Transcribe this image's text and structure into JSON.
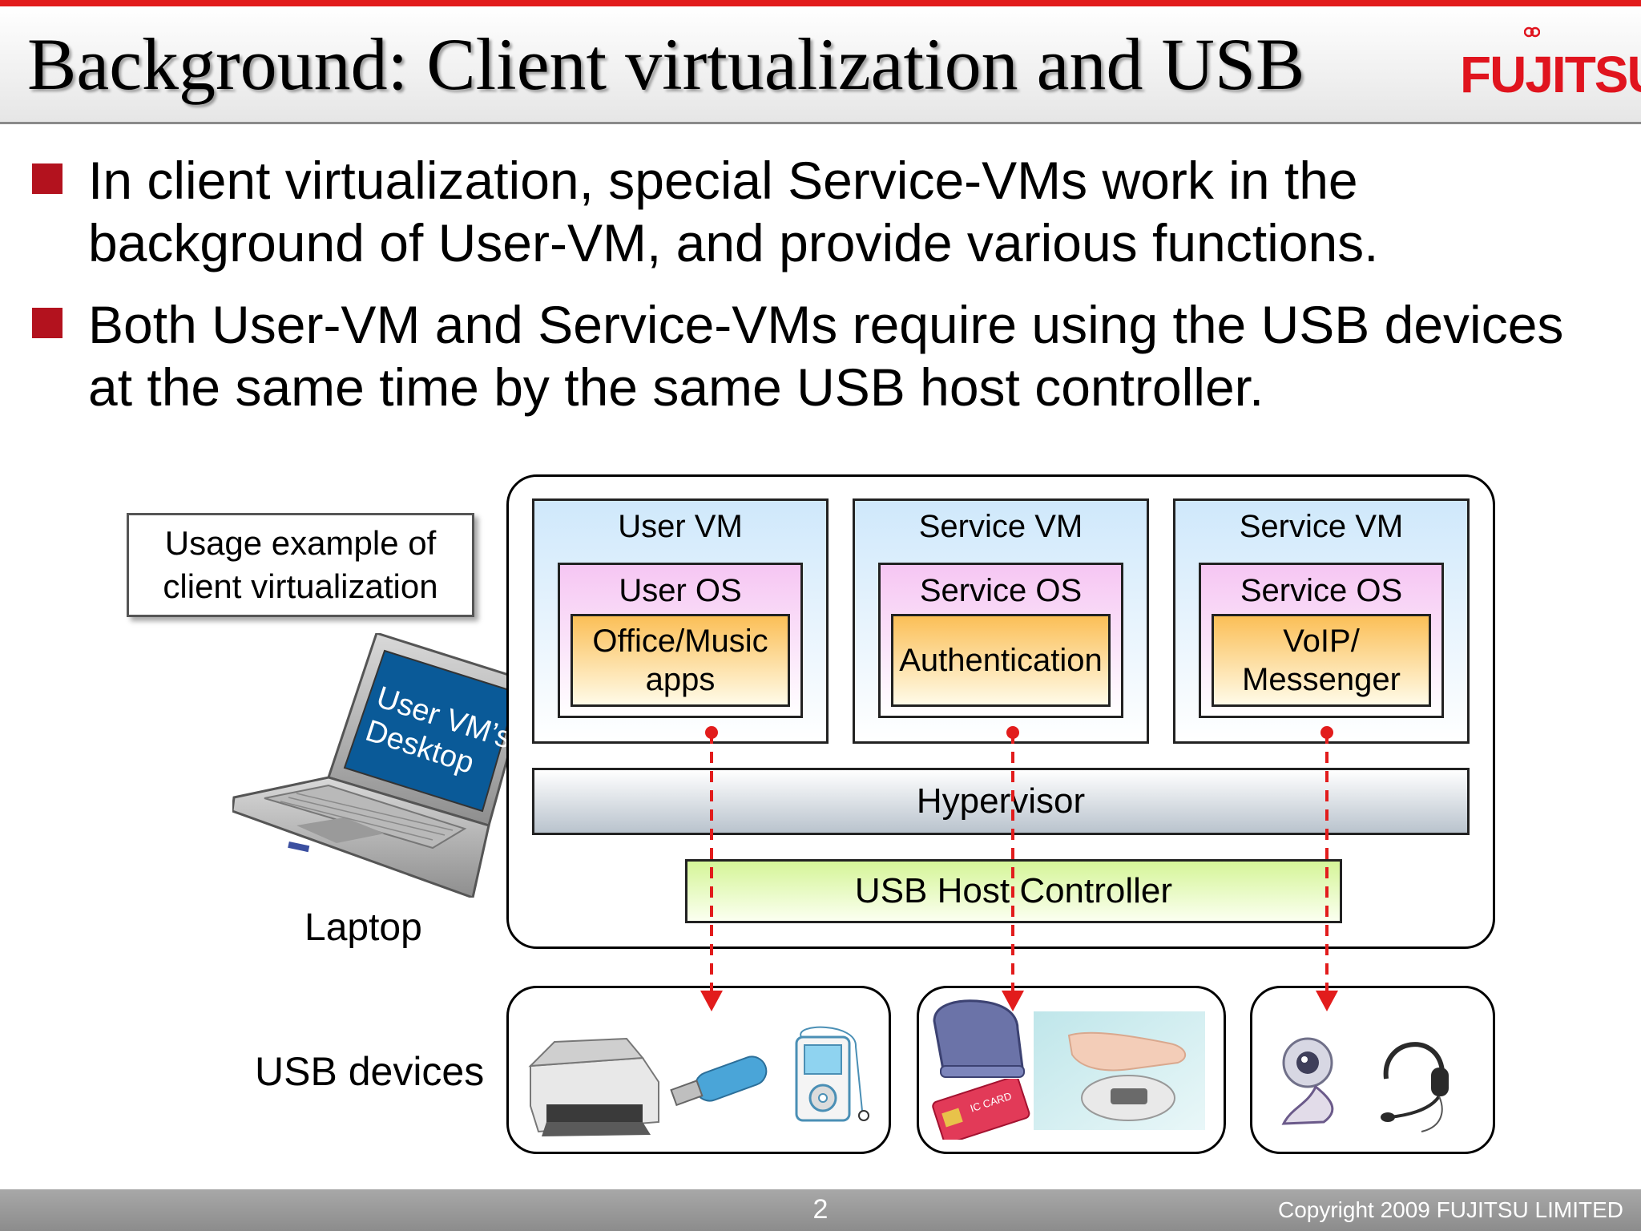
{
  "header": {
    "title": "Background: Client virtualization and USB",
    "logo_text": "FUJITSU",
    "accent_color": "#e21c1c"
  },
  "bullets": [
    "In client virtualization, special Service-VMs work in the background of User-VM, and provide various functions.",
    "Both User-VM and Service-VMs require using the USB devices at the same time by the same USB host controller."
  ],
  "diagram": {
    "usage_box": {
      "line1": "Usage example of",
      "line2": "client virtualization"
    },
    "laptop_screen": {
      "line1": "User VM’s",
      "line2": "Desktop"
    },
    "laptop_label": "Laptop",
    "usb_devices_label": "USB devices",
    "vms": [
      {
        "vm_label": "User VM",
        "os_label": "User OS",
        "app_line1": "Office/Music",
        "app_line2": "apps"
      },
      {
        "vm_label": "Service VM",
        "os_label": "Service OS",
        "app_line1": "Authentication",
        "app_line2": ""
      },
      {
        "vm_label": "Service VM",
        "os_label": "Service OS",
        "app_line1": "VoIP/",
        "app_line2": "Messenger"
      }
    ],
    "hypervisor": "Hypervisor",
    "usb_host_controller": "USB Host Controller",
    "device_groups": [
      {
        "icons": [
          "printer-icon",
          "usb-flash-drive-icon",
          "music-player-icon"
        ]
      },
      {
        "icons": [
          "card-reader-icon",
          "ic-card-icon",
          "palm-vein-scanner-icon"
        ]
      },
      {
        "icons": [
          "webcam-icon",
          "headset-icon"
        ]
      }
    ],
    "ic_card_text": "IC CARD",
    "arrow_color": "#e21c1c"
  },
  "footer": {
    "page_number": "2",
    "copyright": "Copyright 2009 FUJITSU LIMITED"
  }
}
